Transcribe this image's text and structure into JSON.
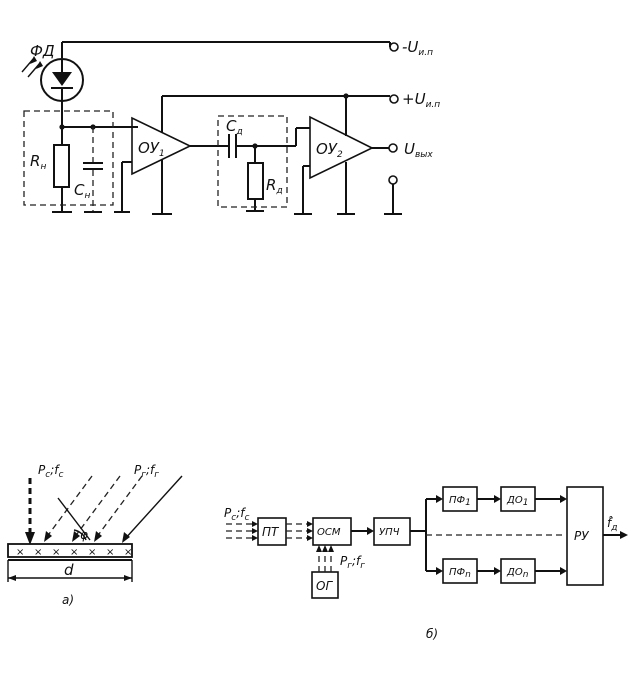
{
  "circuit": {
    "photodiode": "ФД",
    "supply_minus": "-U",
    "supply_minus_sub": "и.п",
    "supply_plus": "+U",
    "supply_plus_sub": "и.п",
    "output": "U",
    "output_sub": "вых",
    "load_resistor": "R",
    "load_resistor_sub": "н",
    "load_cap": "C",
    "load_cap_sub": "н",
    "op_amp1": "ОУ",
    "op_amp1_sub": "1",
    "op_amp2": "ОУ",
    "op_amp2_sub": "2",
    "diff_cap": "C",
    "diff_cap_sub": "д",
    "diff_res": "R",
    "diff_res_sub": "д"
  },
  "fig_a": {
    "signal_label": "P",
    "signal_sub": "с",
    "signal_freq": "f",
    "signal_freq_sub": "с",
    "het_label": "P",
    "het_sub": "г",
    "het_freq": "f",
    "het_freq_sub": "г",
    "angle": "φ",
    "width": "d",
    "caption": "а)",
    "marks": [
      "×",
      "×",
      "×",
      "×",
      "×",
      "×",
      "×"
    ]
  },
  "fig_b": {
    "input_label": "P",
    "input_sub": "с",
    "input_freq": "f",
    "input_freq_sub": "с",
    "pt": "ПТ",
    "osm": "ОСМ",
    "og": "ОГ",
    "og_in": "P",
    "og_in_sub": "г",
    "og_freq": "f",
    "og_freq_sub": "г",
    "upch": "УПЧ",
    "pf1": "ПФ",
    "pf1_sub": "1",
    "do1": "ДО",
    "do1_sub": "1",
    "pfn": "ПФ",
    "pfn_sub": "n",
    "don": "ДО",
    "don_sub": "n",
    "ru": "РУ",
    "out": "f̂",
    "out_sub": "д",
    "caption": "б)"
  }
}
